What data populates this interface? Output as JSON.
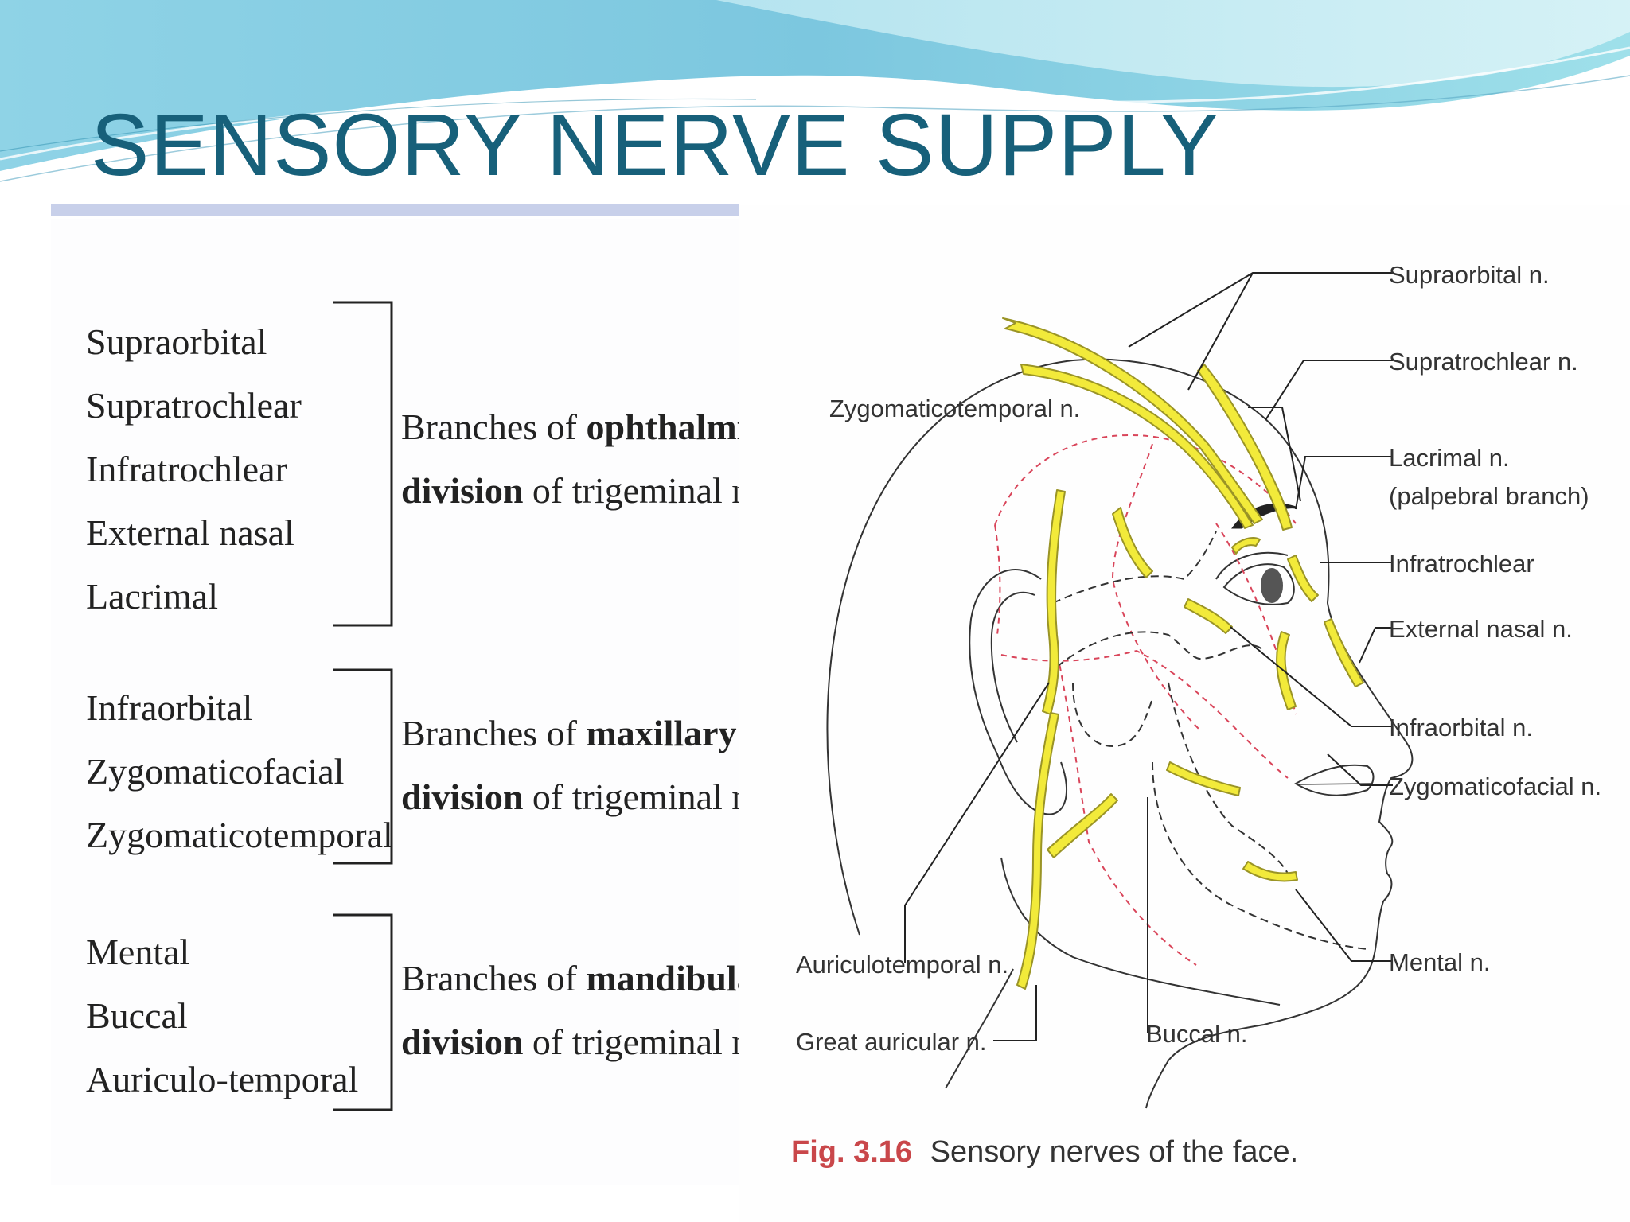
{
  "slide": {
    "title": "SENSORY NERVE SUPPLY"
  },
  "nerve_table": {
    "groups": [
      {
        "branches": [
          "Supraorbital",
          "Supratrochlear",
          "Infratrochlear",
          "External nasal",
          "Lacrimal"
        ],
        "desc_prefix": "Branches of ",
        "division": "ophthalmic",
        "desc_suffix": "division of trigeminal nerve"
      },
      {
        "branches": [
          "Infraorbital",
          "Zygomaticofacial",
          "Zygomaticotemporal"
        ],
        "desc_prefix": "Branches of ",
        "division": "maxillary",
        "desc_suffix": "division of trigeminal nerve"
      },
      {
        "branches": [
          "Mental",
          "Buccal",
          "Auriculo-temporal"
        ],
        "desc_prefix": "Branches of ",
        "division": "mandibular",
        "desc_suffix": "division of trigeminal nerve"
      }
    ],
    "division_word": "division",
    "of_trigeminal": " of trigeminal nerve"
  },
  "figure": {
    "labels": {
      "supraorbital": "Supraorbital n.",
      "supratrochlear": "Supratrochlear n.",
      "zygomaticotemporal": "Zygomaticotemporal n.",
      "lacrimal_1": "Lacrimal n.",
      "lacrimal_2": "(palpebral branch)",
      "infratrochlear": "Infratrochlear",
      "external_nasal": "External nasal n.",
      "infraorbital": "Infraorbital n.",
      "zygomaticofacial": "Zygomaticofacial n.",
      "mental": "Mental n.",
      "auriculotemporal": "Auriculotemporal n.",
      "great_auricular": "Great auricular n.",
      "buccal": "Buccal n."
    },
    "caption_number": "Fig. 3.16",
    "caption_text": "Sensory nerves of the face.",
    "colors": {
      "nerve_fill": "#f2ea3a",
      "nerve_outline": "#9a9426",
      "dermatome_boundary": "#d9455a",
      "caption_number": "#c9474a",
      "title": "#17607a"
    }
  }
}
